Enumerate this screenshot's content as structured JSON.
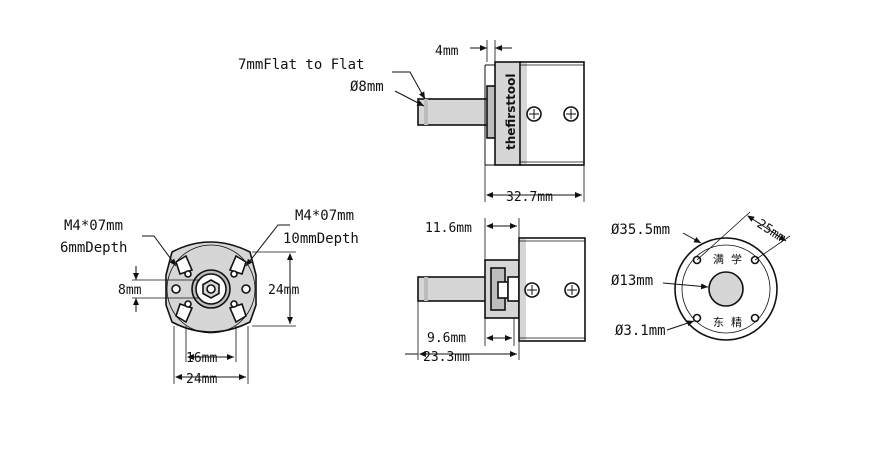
{
  "side_view_top": {
    "label_flat": "7mmFlat to Flat",
    "label_shaft": "Ø8mm",
    "label_step": "4mm",
    "label_length": "32.7mm",
    "brand_text": "thefirsttool"
  },
  "front_view": {
    "label_hole_left_1": "M4*07mm",
    "label_hole_left_2": "6mmDepth",
    "label_hole_right_1": "M4*07mm",
    "label_hole_right_2": "10mmDepth",
    "label_height_small": "8mm",
    "label_height": "24mm",
    "label_width_inner": "16mm",
    "label_width": "24mm"
  },
  "side_view_bottom": {
    "label_top": "11.6mm",
    "label_step": "9.6mm",
    "label_total": "23.3mm"
  },
  "rear_view": {
    "label_outer": "Ø35.5mm",
    "label_center": "Ø13mm",
    "label_holes": "Ø3.1mm",
    "label_spacing": "25mm",
    "char_1": "满",
    "char_2": "学",
    "char_3": "东",
    "char_4": "精"
  }
}
